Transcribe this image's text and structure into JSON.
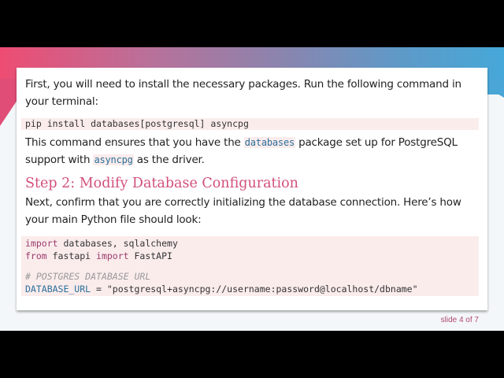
{
  "slide": {
    "intro": "First, you will need to install the necessary packages. Run the following command in your terminal:",
    "install_command": "pip install databases[postgresql] asyncpg",
    "explain": {
      "part1": "This command ensures that you have the ",
      "code1": "databases",
      "part2": " package set up for PostgreSQL support with ",
      "code2": "asyncpg",
      "part3": " as the driver."
    },
    "heading": "Step 2: Modify Database Configuration",
    "next_para": "Next, confirm that you are correctly initializing the database connection. Here’s how your main Python file should look:",
    "code": {
      "l1_kw": "import",
      "l1_rest": " databases, sqlalchemy",
      "l2_kw1": "from",
      "l2_mid": " fastapi ",
      "l2_kw2": "import",
      "l2_rest": " FastAPI",
      "l3_comment": "# POSTGRES DATABASE URL",
      "l4_var": "DATABASE_URL",
      "l4_rest": " = \"postgresql+asyncpg://username:password@localhost/dbname\""
    },
    "footer": "slide 4 of 7"
  },
  "colors": {
    "accent_pink": "#d24f7a",
    "code_blue": "#2a6f9a",
    "code_bg": "#fbecec",
    "gradient_left": "#ee4c72",
    "gradient_right": "#46a8d8"
  }
}
